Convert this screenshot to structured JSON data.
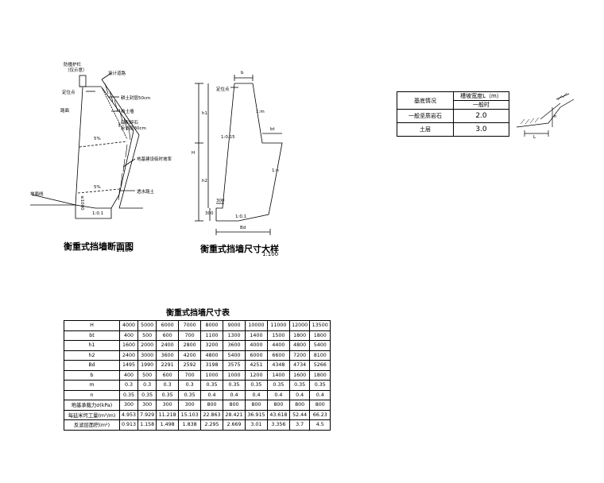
{
  "section": {
    "caption": "衡重式挡墙断面图",
    "scale": "1:100",
    "labels": {
      "guardrail": "防撞护栏",
      "guardrail_sub": "（仅示意）",
      "design_line": "设计道路",
      "stake": "定位点",
      "road_surface": "路面",
      "fill_top": "耕土封层50cm",
      "retaining": "挡土墙",
      "gravel": "级配碎石",
      "gravel_sub": "反滤层30cm",
      "excavation": "地基建设临时坡率",
      "backfill": "透水路土",
      "ground_line": "地面线",
      "slope1": "5%",
      "slope2": "5%",
      "batter": "1:0.1",
      "depth": "≥1000"
    }
  },
  "detail": {
    "caption": "衡重式挡墙尺寸大样",
    "scale": "1:100",
    "labels": {
      "b": "b",
      "bt": "bt",
      "stake": "定位点",
      "H": "H",
      "h1": "h1",
      "h2": "h2",
      "m": "1:m",
      "n": "1:n",
      "batter1": "1:0.15",
      "batter2": "1:0.1",
      "dim300a": "300",
      "dim300b": "300",
      "Bd": "Bd"
    }
  },
  "side_table": {
    "header_left": "基底情况",
    "header_right": "槽坡宽度L（m）",
    "header_sub": "一般时",
    "rows": [
      {
        "label": "一般坚质岩石",
        "value": "2.0"
      },
      {
        "label": "土层",
        "value": "3.0"
      }
    ]
  },
  "side_figure": {
    "L": "L",
    "h": "h"
  },
  "dim_table": {
    "title": "衡重式挡墙尺寸表",
    "rows": [
      {
        "label": "H",
        "values": [
          "4000",
          "5000",
          "6000",
          "7000",
          "8000",
          "9000",
          "10000",
          "11000",
          "12000",
          "13500"
        ]
      },
      {
        "label": "bt",
        "values": [
          "400",
          "500",
          "600",
          "700",
          "1100",
          "1300",
          "1400",
          "1500",
          "1800",
          "1800"
        ]
      },
      {
        "label": "h1",
        "values": [
          "1600",
          "2000",
          "2400",
          "2800",
          "3200",
          "3600",
          "4000",
          "4400",
          "4800",
          "5400"
        ]
      },
      {
        "label": "h2",
        "values": [
          "2400",
          "3000",
          "3600",
          "4200",
          "4800",
          "5400",
          "6000",
          "6600",
          "7200",
          "8100"
        ]
      },
      {
        "label": "Bd",
        "values": [
          "1495",
          "1990",
          "2291",
          "2592",
          "3198",
          "3575",
          "4251",
          "4348",
          "4734",
          "5266"
        ]
      },
      {
        "label": "b",
        "values": [
          "400",
          "500",
          "600",
          "700",
          "1000",
          "1000",
          "1200",
          "1400",
          "1600",
          "1800"
        ]
      },
      {
        "label": "m",
        "values": [
          "0.3",
          "0.3",
          "0.3",
          "0.3",
          "0.35",
          "0.35",
          "0.35",
          "0.35",
          "0.35",
          "0.35"
        ]
      },
      {
        "label": "n",
        "values": [
          "0.35",
          "0.35",
          "0.35",
          "0.35",
          "0.4",
          "0.4",
          "0.4",
          "0.4",
          "0.4",
          "0.4"
        ]
      },
      {
        "label": "地基承载力σ(kPa)",
        "values": [
          "300",
          "300",
          "300",
          "300",
          "800",
          "800",
          "800",
          "800",
          "800",
          "800"
        ]
      },
      {
        "label": "每延米圬工量(m³/m)",
        "values": [
          "4.953",
          "7.929",
          "11.218",
          "15.103",
          "22.863",
          "28.421",
          "36.915",
          "43.618",
          "52.44",
          "66.23"
        ]
      },
      {
        "label": "反滤层面积(m²)",
        "values": [
          "0.913",
          "1.158",
          "1.498",
          "1.838",
          "2.295",
          "2.669",
          "3.01",
          "3.356",
          "3.7",
          "4.5"
        ]
      }
    ]
  }
}
